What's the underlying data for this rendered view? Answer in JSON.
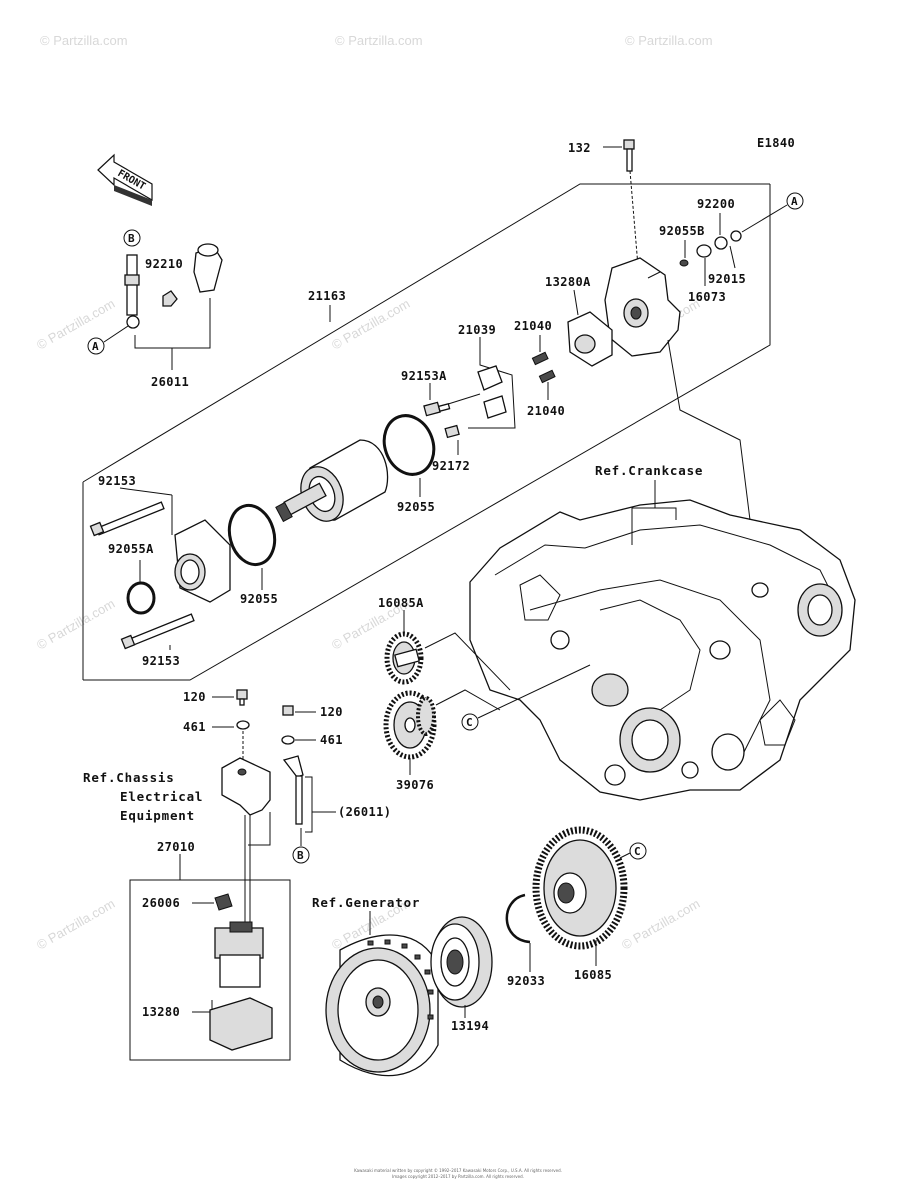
{
  "diagram_code": "E1840",
  "front_label": "FRONT",
  "watermark": "© Partzilla.com",
  "copyright_line1": "Kawasaki material written by copyright © 1992–2017 Kawasaki Motors Corp., U.S.A. All rights reserved.",
  "copyright_line2": "Images copyright 2012–2017 by Partzilla.com. All rights reserved.",
  "callouts": {
    "a": "A",
    "b": "B",
    "c": "C"
  },
  "parts": {
    "p132": "132",
    "p21163": "21163",
    "p92210": "92210",
    "p26011": "26011",
    "p92200": "92200",
    "p92055B": "92055B",
    "p13280A": "13280A",
    "p16073": "16073",
    "p92015": "92015",
    "p21039": "21039",
    "p21040a": "21040",
    "p21040b": "21040",
    "p92153A": "92153A",
    "p92172": "92172",
    "p92055a": "92055",
    "p92055b": "92055",
    "p92153a": "92153",
    "p92153b": "92153",
    "p92055A": "92055A",
    "p16085A": "16085A",
    "p39076": "39076",
    "p120a": "120",
    "p120b": "120",
    "p461a": "461",
    "p461b": "461",
    "p26011p": "(26011)",
    "p27010": "27010",
    "p26006": "26006",
    "p13280": "13280",
    "p13194": "13194",
    "p92033": "92033",
    "p16085": "16085"
  },
  "references": {
    "crankcase": "Ref.Crankcase",
    "chassis_line1": "Ref.Chassis",
    "chassis_line2": "Electrical",
    "chassis_line3": "Equipment",
    "generator": "Ref.Generator"
  }
}
